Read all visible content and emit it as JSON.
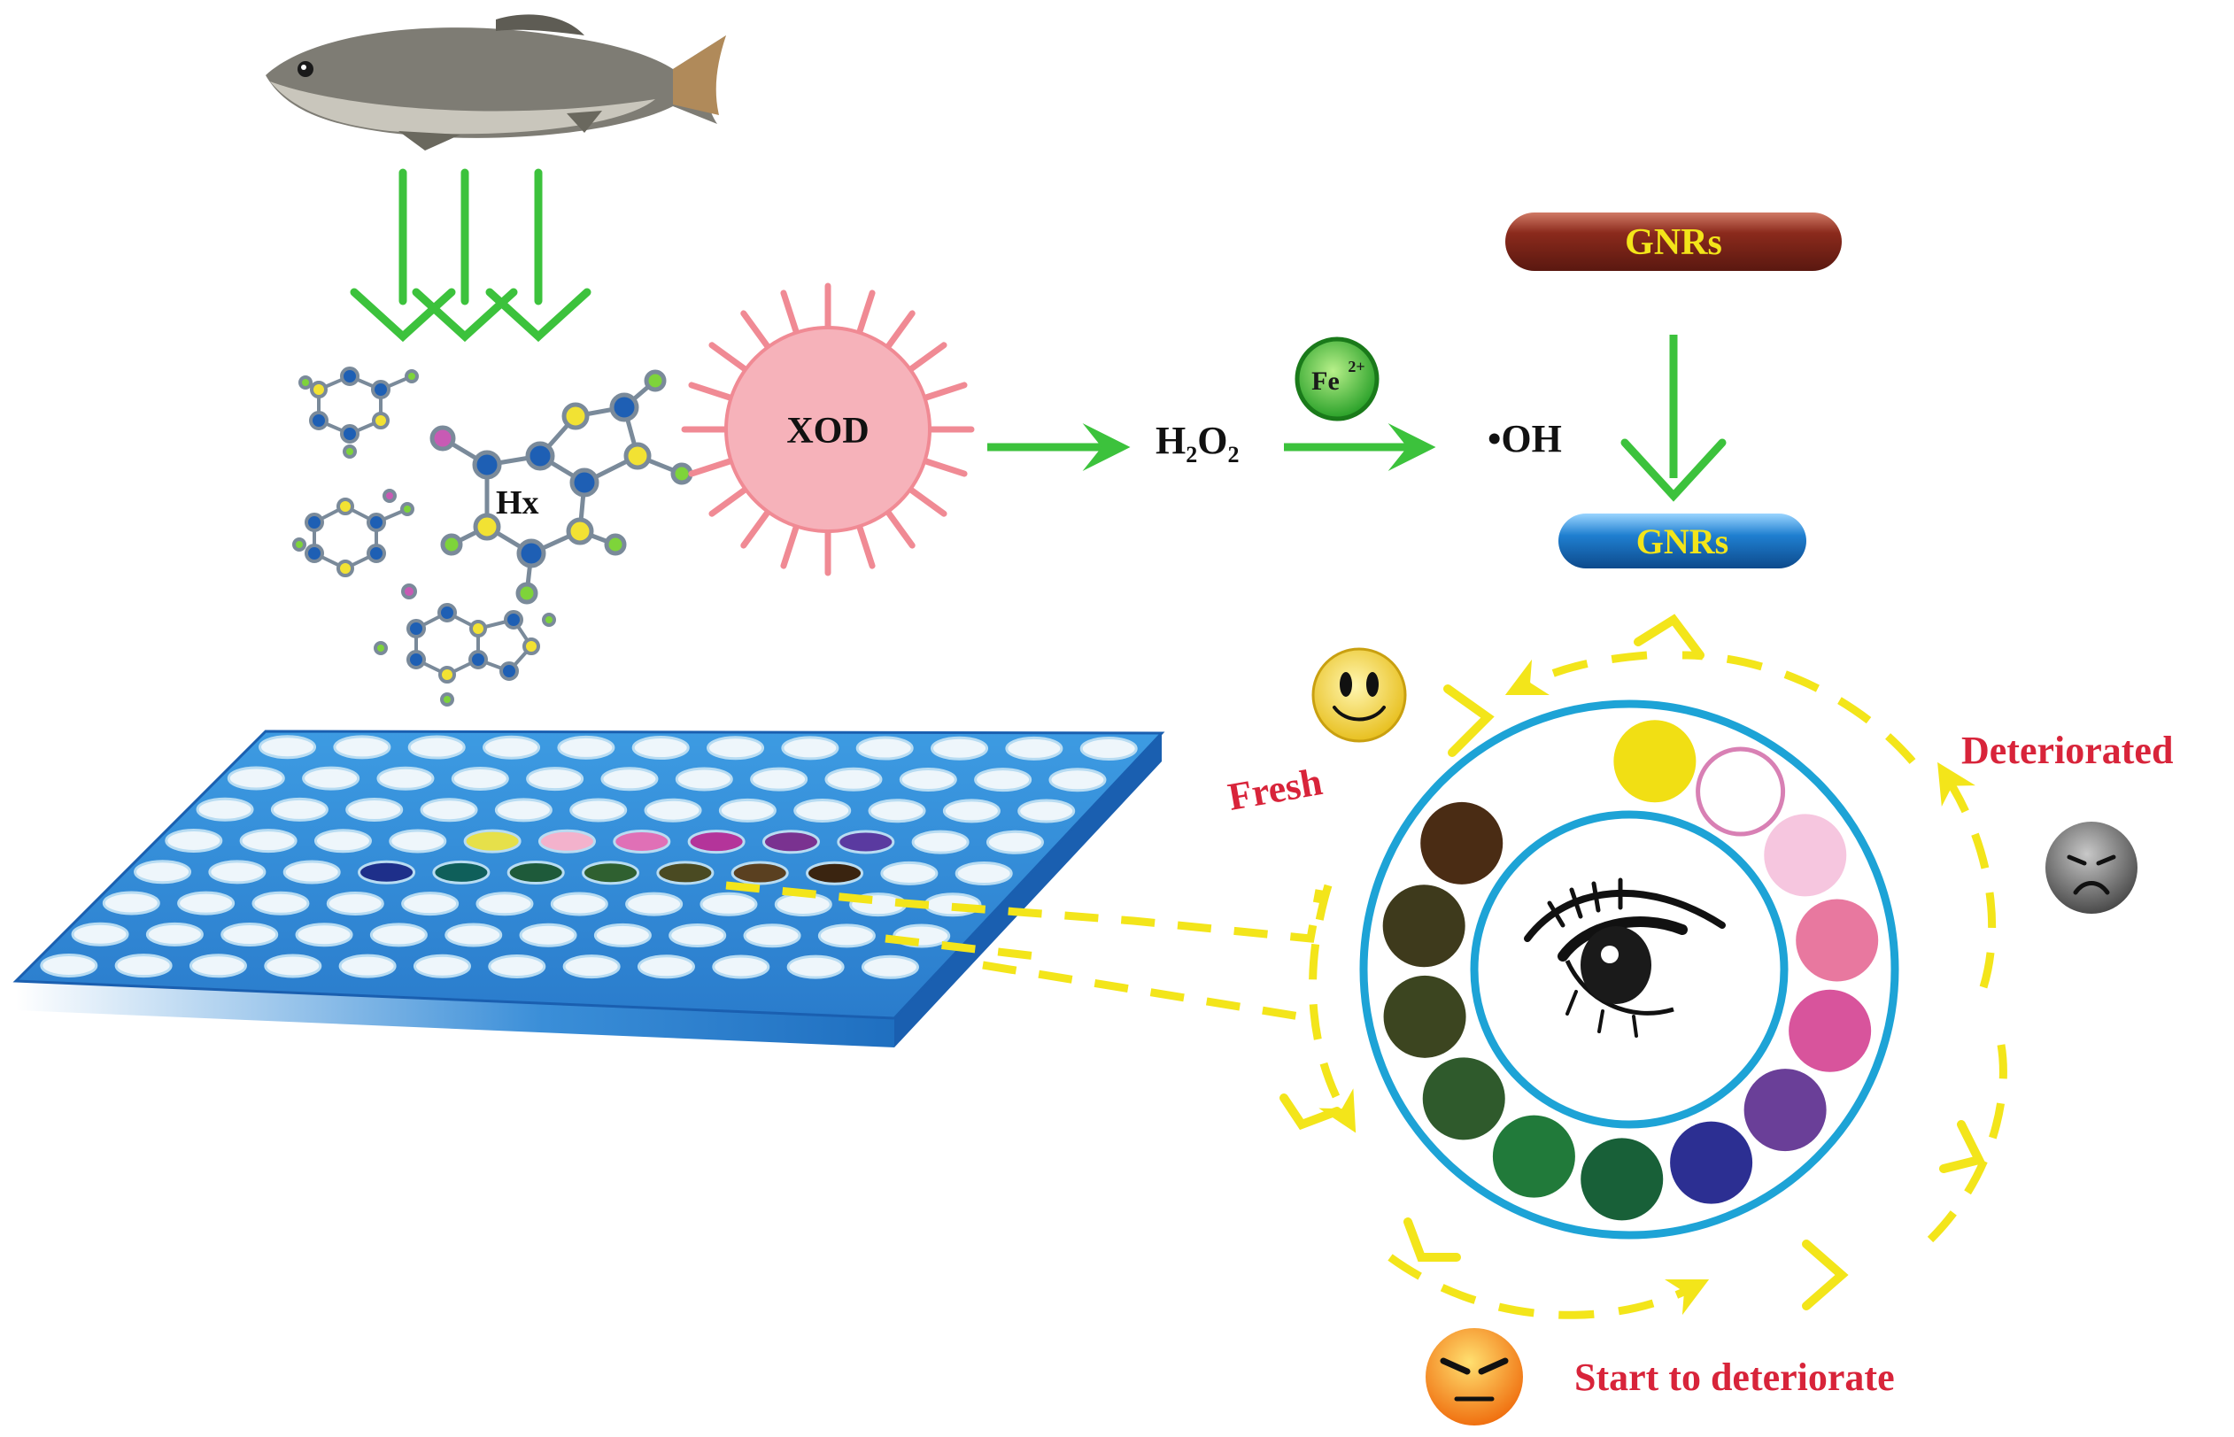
{
  "labels": {
    "hx": "Hx",
    "xod": "XOD",
    "h2o2_h": "H",
    "h2o2_sub1": "2",
    "h2o2_o": "O",
    "h2o2_sub2": "2",
    "fe": "Fe",
    "fe_charge": "2+",
    "oh": "•OH",
    "gnrs_top": "GNRs",
    "gnrs_bottom": "GNRs",
    "fresh": "Fresh",
    "deteriorated": "Deteriorated",
    "start_to_deteriorate": "Start to deteriorate"
  },
  "colors": {
    "arrow_green": "#3cc23c",
    "label_red": "#d8243a",
    "xod_pink": "#f08a94",
    "ring_cyan": "#1da3d6",
    "dash_yellow": "#f3e51a",
    "gnr_brown": "#8b2a1c",
    "gnr_blue": "#1f7fd0",
    "plate_blue": "#2d86d6",
    "well_white": "#eef6fb"
  },
  "plate_color_row_a": [
    "#e6e04a",
    "#f3b2cc",
    "#e070b6",
    "#b4349a",
    "#7a3290",
    "#5a3aa0"
  ],
  "plate_color_row_b": [
    "#1e2f8a",
    "#0f5f5a",
    "#1e5a3a",
    "#2f6030",
    "#4a4a22",
    "#5a4020",
    "#3a2410"
  ],
  "ring_wells": [
    "#f1df14",
    "#ffffff",
    "#f6c6df",
    "#e8789f",
    "#d8549c",
    "#6a3f98",
    "#2c2f92",
    "#186038",
    "#217a3a",
    "#2f5a2c",
    "#3c4520",
    "#3e3a1c",
    "#4a2c14"
  ],
  "icons": {
    "fish": "fish-icon",
    "happy": "happy-face-icon",
    "sad": "sad-face-icon",
    "angry": "angry-face-icon",
    "eye": "eye-icon"
  }
}
